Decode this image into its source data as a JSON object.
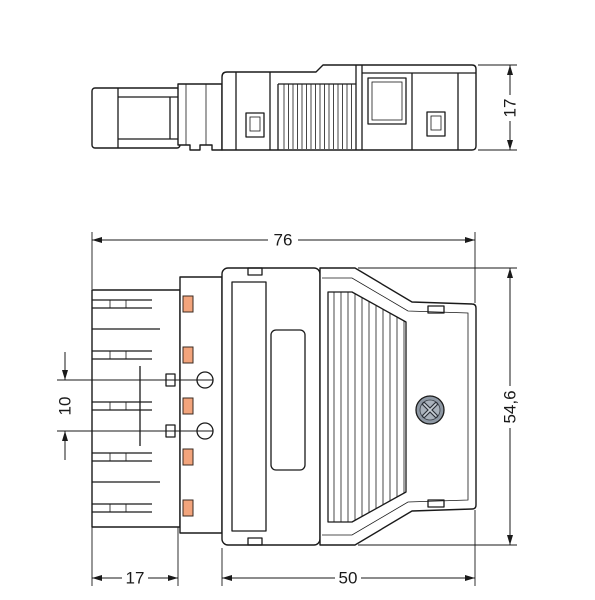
{
  "dimensions": {
    "side_height": "17",
    "overall_length": "76",
    "overall_height": "54,6",
    "pitch": "10",
    "plug_length": "17",
    "housing_length": "50"
  },
  "colors": {
    "outline": "#1a1a1a",
    "contact": "#f2a47c",
    "screw": "#8e98a4",
    "screw_face": "#a9b2bc"
  }
}
